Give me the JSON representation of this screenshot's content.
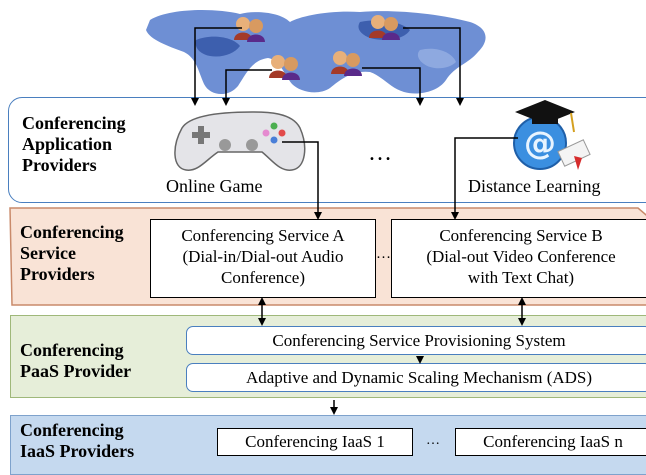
{
  "layers": {
    "application": {
      "label": [
        "Conferencing",
        "Application",
        "Providers"
      ]
    },
    "service": {
      "label": [
        "Conferencing",
        "Service",
        "Providers"
      ]
    },
    "paas": {
      "label": [
        "Conferencing",
        "PaaS Provider"
      ]
    },
    "iaas": {
      "label": [
        "Conferencing",
        "IaaS Providers"
      ]
    }
  },
  "apps": {
    "online_game": "Online Game",
    "distance_learning": "Distance Learning",
    "ellipsis": "…"
  },
  "services": {
    "a": [
      "Conferencing Service A",
      "(Dial-in/Dial-out Audio",
      "Conference)"
    ],
    "b": [
      "Conferencing Service B",
      "(Dial-out Video Conference",
      "with Text Chat)"
    ],
    "ellipsis": "…"
  },
  "paas": {
    "provisioning": "Conferencing Service Provisioning System",
    "ads": "Adaptive and Dynamic Scaling Mechanism (ADS)"
  },
  "iaas": {
    "one": "Conferencing IaaS 1",
    "n": "Conferencing IaaS n",
    "ellipsis": "…"
  },
  "colors": {
    "app_border": "#4a7fbf",
    "service_fill": "#f9e3d6",
    "paas_fill": "#e6eed9",
    "iaas_fill": "#c5d9ef",
    "map_land": "#6e8fd4"
  }
}
